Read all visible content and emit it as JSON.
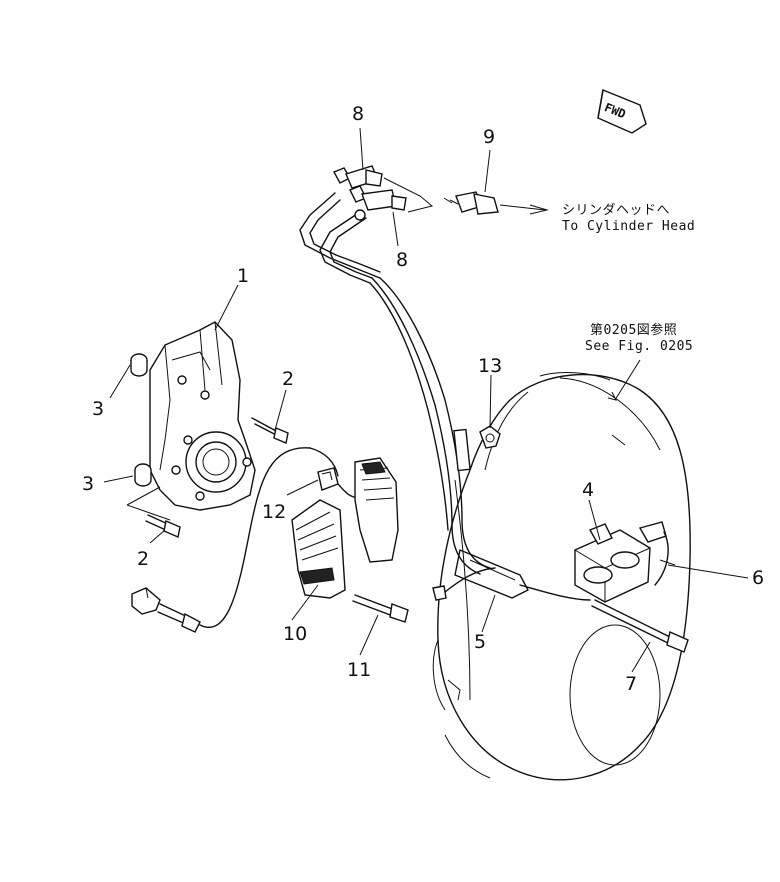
{
  "callouts": [
    {
      "id": "1",
      "label": "1"
    },
    {
      "id": "2a",
      "label": "2"
    },
    {
      "id": "2b",
      "label": "2"
    },
    {
      "id": "3a",
      "label": "3"
    },
    {
      "id": "3b",
      "label": "3"
    },
    {
      "id": "4",
      "label": "4"
    },
    {
      "id": "5",
      "label": "5"
    },
    {
      "id": "6",
      "label": "6"
    },
    {
      "id": "7",
      "label": "7"
    },
    {
      "id": "8a",
      "label": "8"
    },
    {
      "id": "8b",
      "label": "8"
    },
    {
      "id": "9",
      "label": "9"
    },
    {
      "id": "10",
      "label": "10"
    },
    {
      "id": "11",
      "label": "11"
    },
    {
      "id": "12",
      "label": "12"
    },
    {
      "id": "13",
      "label": "13"
    }
  ],
  "notes": {
    "cylinder_head_jp": "シリンダヘッドへ",
    "cylinder_head_en": "To Cylinder Head",
    "fig_ref_jp": "第0205図参照",
    "fig_ref_en": "See Fig. 0205"
  },
  "direction_marker": {
    "label": "FWD",
    "icon": "fwd-arrow-icon"
  }
}
